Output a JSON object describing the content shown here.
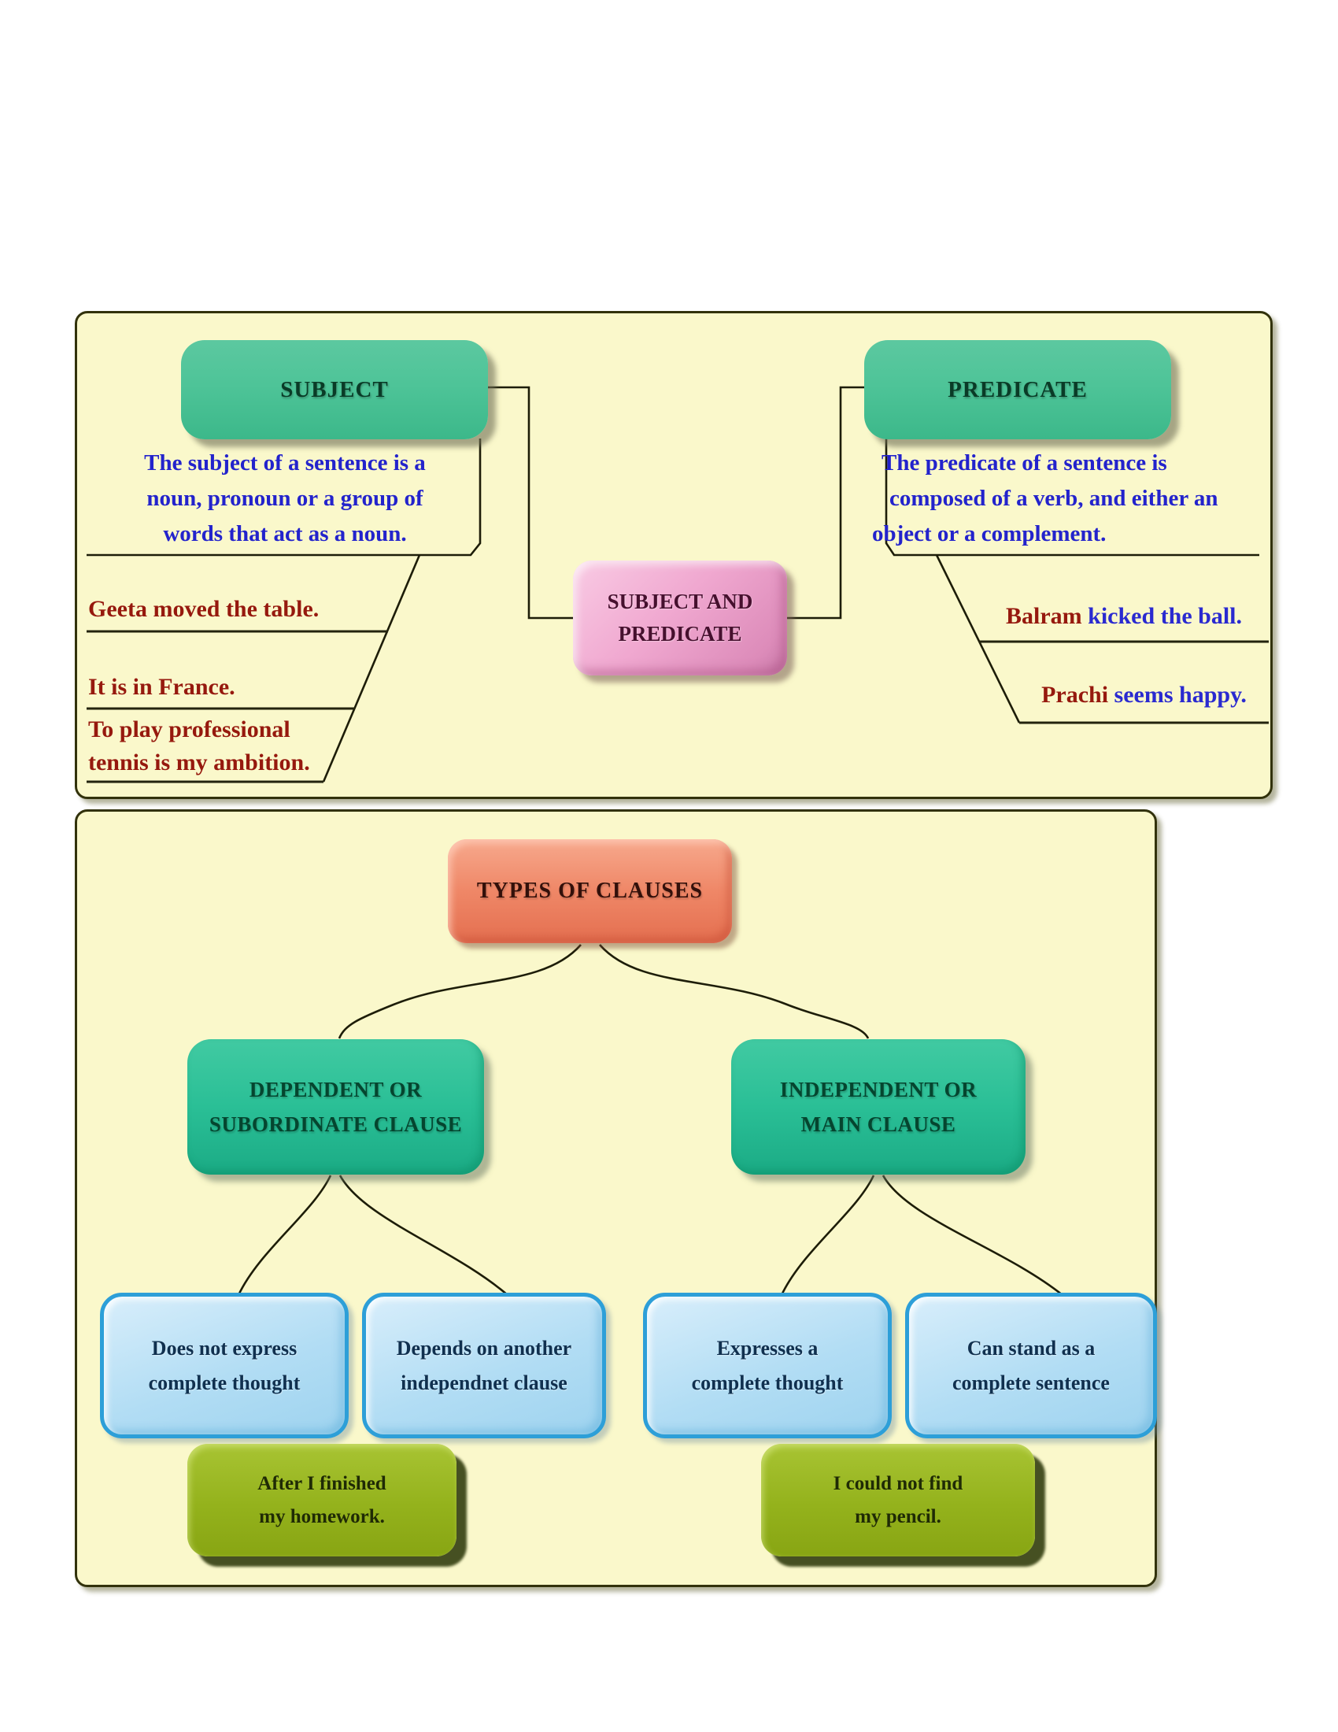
{
  "top_panel": {
    "subject_node": {
      "label": "SUBJECT"
    },
    "predicate_node": {
      "label": "PREDICATE"
    },
    "center_node": {
      "line1": "SUBJECT AND",
      "line2": "PREDICATE"
    },
    "subject_definition": {
      "line1": "The subject of a sentence is a",
      "line2": "noun, pronoun or a group of",
      "line3": "words that act as a noun."
    },
    "predicate_definition": {
      "line1": "The predicate of a sentence is",
      "line2": "composed of a verb, and either an",
      "line3": "object or a complement."
    },
    "subject_example_1": "Geeta moved the table.",
    "subject_example_2": "It is in France.",
    "subject_example_3_line1": "To play professional",
    "subject_example_3_line2": "tennis is my ambition.",
    "predicate_example_1": {
      "subject": "Balram",
      "rest": " kicked the ball."
    },
    "predicate_example_2": {
      "subject": "Prachi",
      "rest": " seems happy."
    }
  },
  "bottom_panel": {
    "title_node": {
      "label": "TYPES OF CLAUSES"
    },
    "dependent_node": {
      "line1": "DEPENDENT OR",
      "line2": "SUBORDINATE CLAUSE"
    },
    "independent_node": {
      "line1": "INDEPENDENT OR",
      "line2": "MAIN CLAUSE"
    },
    "feature_1": {
      "line1": "Does not express",
      "line2": "complete thought"
    },
    "feature_2": {
      "line1": "Depends on another",
      "line2": "independnet clause"
    },
    "feature_3": {
      "line1": "Expresses a",
      "line2": "complete thought"
    },
    "feature_4": {
      "line1": "Can stand as a",
      "line2": "complete sentence"
    },
    "example_1": {
      "line1": "After I finished",
      "line2": "my homework."
    },
    "example_2": {
      "line1": "I could not find",
      "line2": "my pencil."
    }
  },
  "colors": {
    "panel_bg": "#FAF8CB",
    "panel_border": "#32320c",
    "node_green": "#4ec498",
    "node_teal": "#2abf96",
    "node_pink": "#f0a8d0",
    "node_salmon": "#ef8767",
    "node_blue_fill": "#b2ddf4",
    "node_blue_border": "#2d9fd8",
    "node_olive": "#94b21c",
    "definition_text_blue": "#2323cc",
    "example_text_maroon": "#96190e",
    "connector_line": "#1d1d08"
  }
}
